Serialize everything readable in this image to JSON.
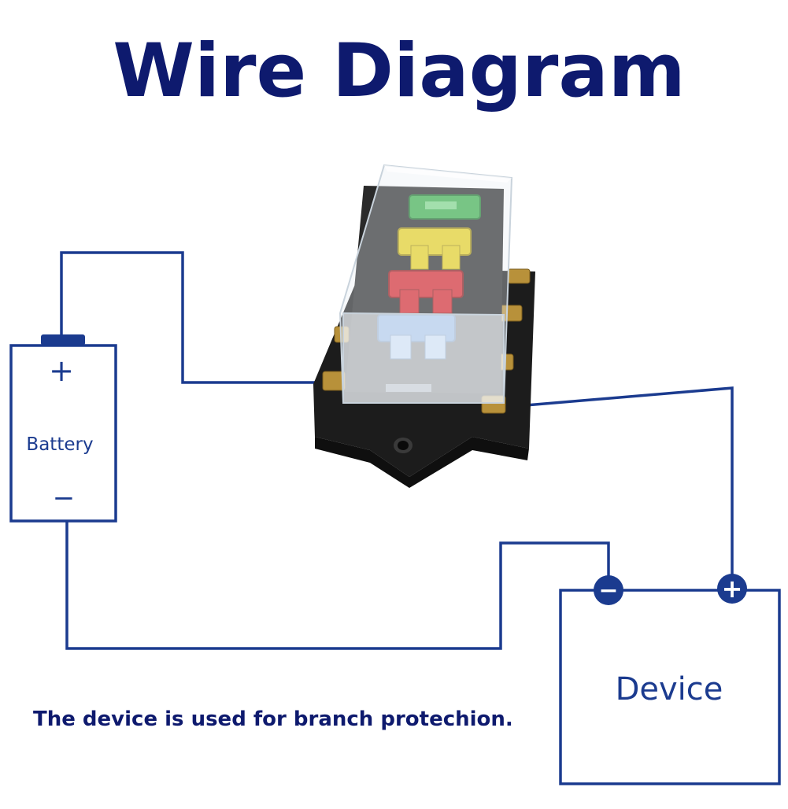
{
  "title": "Wire Diagram",
  "battery": {
    "label": "Battery",
    "positive": "+",
    "negative": "−"
  },
  "device": {
    "label": "Device",
    "positive": "+",
    "negative": "−"
  },
  "caption": "The device is used for branch protechion.",
  "colors": {
    "title": "#0e1a6e",
    "wire": "#1b3b8f",
    "fuse_green": "#3db04a",
    "fuse_yellow": "#e9d21e",
    "fuse_red": "#d8262b",
    "fuse_blue": "#3a7bd5"
  }
}
